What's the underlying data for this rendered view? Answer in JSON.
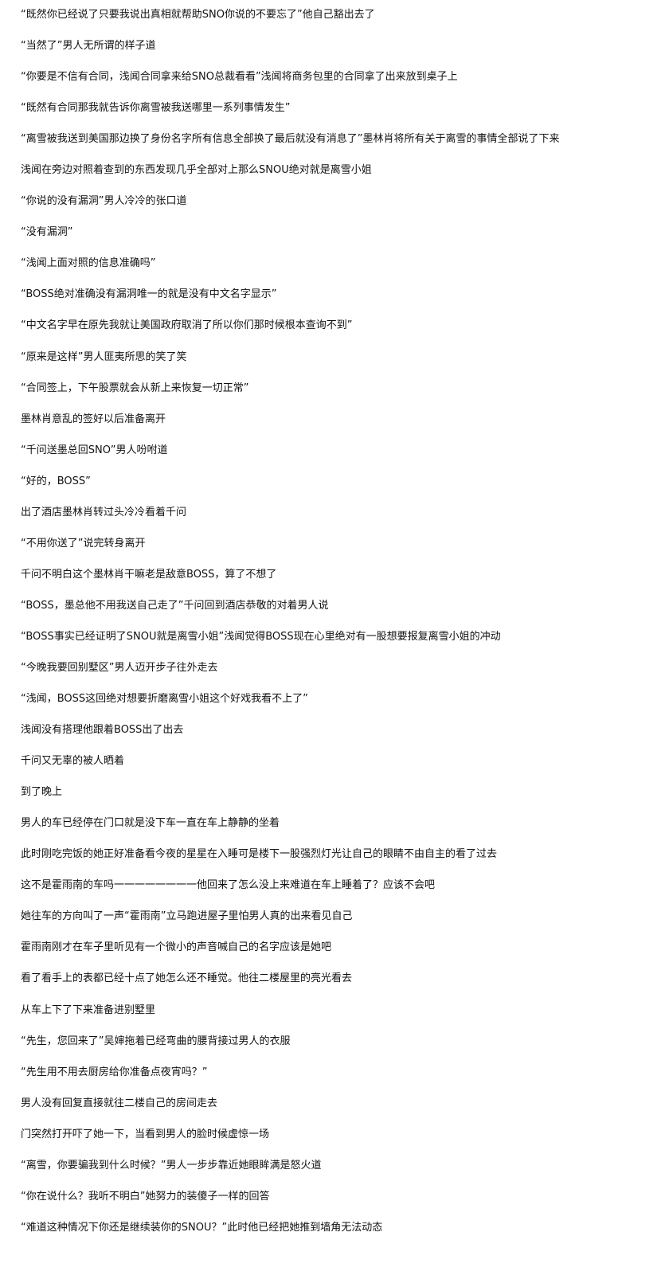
{
  "document": {
    "lines": [
      "“既然你已经说了只要我说出真相就帮助SNO你说的不要忘了”他自己豁出去了",
      "“当然了”男人无所谓的样子道",
      "“你要是不信有合同，浅闻合同拿来给SNO总裁看看”浅闻将商务包里的合同拿了出来放到桌子上",
      "“既然有合同那我就告诉你离雪被我送哪里一系列事情发生”",
      "“离雪被我送到美国那边换了身份名字所有信息全部换了最后就没有消息了”墨林肖将所有关于离雪的事情全部说了下来",
      "浅闻在旁边对照着查到的东西发现几乎全部对上那么SNOU绝对就是离雪小姐",
      "“你说的没有漏洞”男人冷冷的张口道",
      "“没有漏洞”",
      "“浅闻上面对照的信息准确吗”",
      "“BOSS绝对准确没有漏洞唯一的就是没有中文名字显示”",
      "“中文名字早在原先我就让美国政府取消了所以你们那时候根本查询不到”",
      "“原来是这样”男人匪夷所思的笑了笑",
      "“合同签上，下午股票就会从新上来恢复一切正常”",
      "墨林肖意乱的签好以后准备离开",
      "“千问送墨总回SNO”男人吩咐道",
      "“好的，BOSS”",
      "出了酒店墨林肖转过头冷冷看着千问",
      "“不用你送了”说完转身离开",
      "千问不明白这个墨林肖干嘛老是敌意BOSS，算了不想了",
      "“BOSS，墨总他不用我送自己走了”千问回到酒店恭敬的对着男人说",
      "“BOSS事实已经证明了SNOU就是离雪小姐”浅闻觉得BOSS现在心里绝对有一股想要报复离雪小姐的冲动",
      "“今晚我要回别墅区”男人迈开步子往外走去",
      "“浅闻，BOSS这回绝对想要折磨离雪小姐这个好戏我看不上了”",
      "浅闻没有搭理他跟着BOSS出了出去",
      "千问又无辜的被人晒着",
      "到了晚上",
      "男人的车已经停在门口就是没下车一直在车上静静的坐着",
      "此时刚吃完饭的她正好准备看今夜的星星在入睡可是楼下一股强烈灯光让自己的眼睛不由自主的看了过去",
      "这不是霍雨南的车吗一一一一一一一一他回来了怎么没上来难道在车上睡着了？应该不会吧",
      "她往车的方向叫了一声“霍雨南”立马跑进屋子里怕男人真的出来看见自己",
      "霍雨南刚才在车子里听见有一个微小的声音喊自己的名字应该是她吧",
      "看了看手上的表都已经十点了她怎么还不睡觉。他往二楼屋里的亮光看去",
      "从车上下了下来准备进别墅里",
      "“先生，您回来了”吴婶拖着已经弯曲的腰背接过男人的衣服",
      "“先生用不用去厨房给你准备点夜宵吗？”",
      "男人没有回复直接就往二楼自己的房间走去",
      "门突然打开吓了她一下，当看到男人的脸时候虚惊一场",
      "“离雪，你要骗我到什么时候？”男人一步步靠近她眼眸满是怒火道",
      "“你在说什么？我听不明白”她努力的装傻子一样的回答",
      "“难道这种情况下你还是继续装你的SNOU？”此时他已经把她推到墙角无法动态"
    ]
  }
}
